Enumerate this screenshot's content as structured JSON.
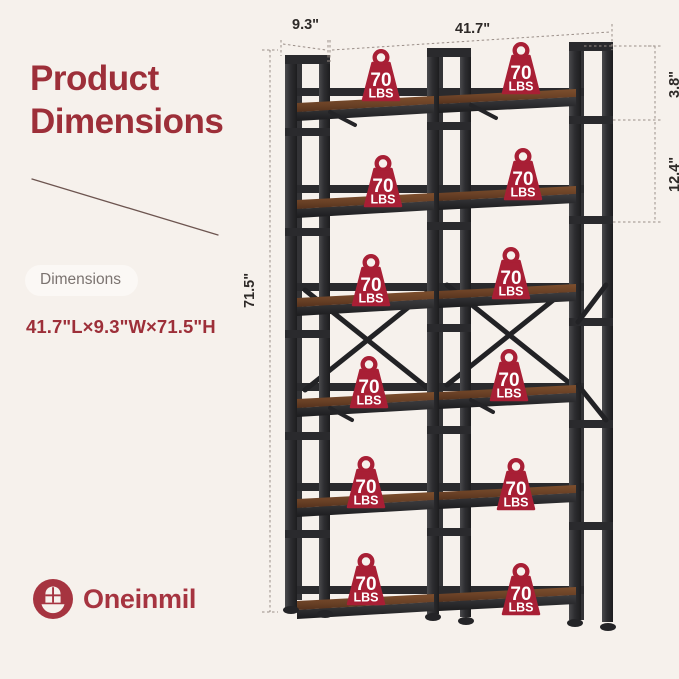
{
  "background_color": "#f6f1ec",
  "brand_color": "#9d2f39",
  "panel": {
    "title_lines": [
      "Product",
      "Dimensions"
    ],
    "dimensions_pill_label": "Dimensions",
    "dimensions_value": "41.7\"L×9.3\"W×71.5\"H"
  },
  "logo": {
    "wordmark": "Oneinmil",
    "mark_icon": "arched-window-circle-icon",
    "mark_color": "#a63440"
  },
  "dimension_callouts": [
    {
      "id": "depth",
      "label": "9.3\"",
      "orientation": "horizontal",
      "position": "top-left"
    },
    {
      "id": "width",
      "label": "41.7\"",
      "orientation": "horizontal",
      "position": "top-right"
    },
    {
      "id": "height",
      "label": "71.5\"",
      "orientation": "vertical",
      "position": "left"
    },
    {
      "id": "top-gap",
      "label": "3.8\"",
      "orientation": "vertical",
      "position": "right-upper"
    },
    {
      "id": "shelf-gap",
      "label": "12.4\"",
      "orientation": "vertical",
      "position": "right-lower"
    }
  ],
  "product": {
    "type": "industrial-etagere-bookshelf",
    "shelf_levels": 6,
    "bays": 2,
    "frame_color": "#2b2b2d",
    "shelf_wood_color": "#6b4227",
    "badge_color": "#a81f35"
  },
  "weight_badges": {
    "count": 12,
    "value": "70",
    "unit": "LBS",
    "items": [
      {
        "bay": "left",
        "level": 1,
        "value": "70",
        "unit": "LBS"
      },
      {
        "bay": "right",
        "level": 1,
        "value": "70",
        "unit": "LBS"
      },
      {
        "bay": "left",
        "level": 2,
        "value": "70",
        "unit": "LBS"
      },
      {
        "bay": "right",
        "level": 2,
        "value": "70",
        "unit": "LBS"
      },
      {
        "bay": "left",
        "level": 3,
        "value": "70",
        "unit": "LBS"
      },
      {
        "bay": "right",
        "level": 3,
        "value": "70",
        "unit": "LBS"
      },
      {
        "bay": "left",
        "level": 4,
        "value": "70",
        "unit": "LBS"
      },
      {
        "bay": "right",
        "level": 4,
        "value": "70",
        "unit": "LBS"
      },
      {
        "bay": "left",
        "level": 5,
        "value": "70",
        "unit": "LBS"
      },
      {
        "bay": "right",
        "level": 5,
        "value": "70",
        "unit": "LBS"
      },
      {
        "bay": "left",
        "level": 6,
        "value": "70",
        "unit": "LBS"
      },
      {
        "bay": "right",
        "level": 6,
        "value": "70",
        "unit": "LBS"
      }
    ]
  }
}
